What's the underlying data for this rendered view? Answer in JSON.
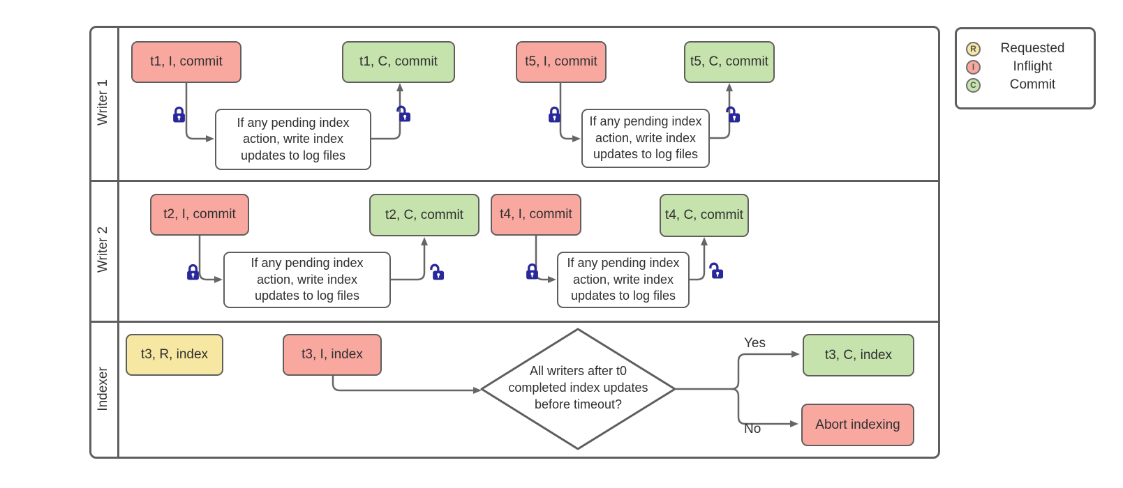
{
  "lanes": [
    {
      "label": "Writer 1"
    },
    {
      "label": "Writer 2"
    },
    {
      "label": "Indexer"
    }
  ],
  "nodes": {
    "t1_inflight": "t1, I, commit",
    "t1_commit": "t1, C, commit",
    "t5_inflight": "t5, I, commit",
    "t5_commit": "t5, C, commit",
    "t2_inflight": "t2, I, commit",
    "t2_commit": "t2, C, commit",
    "t4_inflight": "t4, I, commit",
    "t4_commit": "t4, C, commit",
    "t3_requested": "t3, R, index",
    "t3_inflight": "t3, I, index",
    "t3_commit": "t3, C, index",
    "abort": "Abort indexing"
  },
  "process_label": "If any pending index action, write index updates to log files",
  "decision": {
    "question": "All writers after t0 completed index updates before timeout?",
    "yes": "Yes",
    "no": "No"
  },
  "legend": {
    "items": [
      {
        "badge": "R",
        "label": "Requested",
        "color": "#f6e7a2"
      },
      {
        "badge": "I",
        "label": "Inflight",
        "color": "#f9a8a0"
      },
      {
        "badge": "C",
        "label": "Commit",
        "color": "#c6e3ad"
      }
    ]
  },
  "icons": {
    "lock_closed_icon": "closed padlock (holding lock)",
    "lock_open_icon": "open padlock (released lock)"
  },
  "colors": {
    "requested": "#f6e7a2",
    "inflight": "#f9a8a0",
    "commit": "#c6e3ad",
    "stroke": "#5e5e5e",
    "connector": "#666666",
    "lock": "#28289b"
  }
}
